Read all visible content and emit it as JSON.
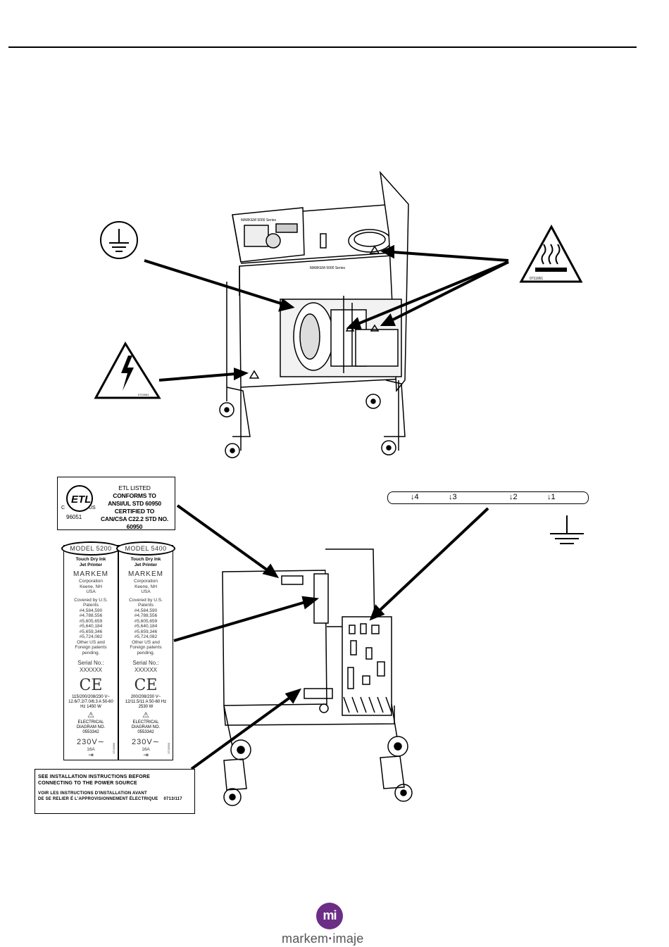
{
  "colors": {
    "brand": "#6b2d86",
    "ink": "#000000",
    "logo_text": "#555555"
  },
  "icons": [
    "protective-earth-icon",
    "hot-surface-icon",
    "electrical-hazard-icon",
    "etl-mark-icon",
    "ground-icon",
    "ce-mark-icon",
    "fuse-icon",
    "markem-imaje-logo-icon"
  ],
  "hot_label": {
    "code": "0711061"
  },
  "elec_label": {
    "code": "0710061"
  },
  "etl_label": {
    "c": "C",
    "us": "US",
    "number": "96051",
    "lines": [
      "ETL LISTED",
      "CONFORMS TO",
      "ANSI/UL STD 60950",
      "CERTIFIED TO",
      "CAN/CSA C22.2 STD NO. 60950"
    ]
  },
  "ground_bus": {
    "labels": [
      "↓4",
      "↓3",
      "↓2",
      "↓1"
    ]
  },
  "plates": [
    {
      "model": "MODEL 5200",
      "sub": "Touch Dry Ink Jet Printer",
      "brand": "MARKEM",
      "corp": "Corporation",
      "city": "Keene, NH",
      "country": "USA",
      "covered": "Covered by U.S. Patents",
      "patents": "#4,584,590 #4,788,556 #5,605,659 #5,640,184 #5,659,346 #5,724,082",
      "other": "Other US and Foreign patents pending.",
      "serial_label": "Serial No.:",
      "serial": "XXXXXX",
      "ce": "CE",
      "rating": "115/200/208/230 V~ 12.6/7.2/7.0/6.3 A 50-60 Hz 1450 W",
      "diagram": "ELECTRICAL DIAGRAM NO. 0553342",
      "volt": "230V",
      "fuse": "16A",
      "code": "0713580"
    },
    {
      "model": "MODEL 5400",
      "sub": "Touch Dry Ink Jet Printer",
      "brand": "MARKEM",
      "corp": "Corporation",
      "city": "Keene, NH",
      "country": "USA",
      "covered": "Covered by U.S. Patents",
      "patents": "#4,584,590 #4,788,556 #5,605,659 #5,640,184 #5,659,346 #5,724,082",
      "other": "Other US and Foreign patents pending.",
      "serial_label": "Serial No.:",
      "serial": "XXXXXX",
      "ce": "CE",
      "rating": "200/208/230 V~ 12/11.5/11 A 50-60 Hz 2530 W",
      "diagram": "ELECTRICAL DIAGRAM NO. 0553342",
      "volt": "230V",
      "fuse": "16A",
      "code": "0713590"
    }
  ],
  "install_label": {
    "line1": "SEE INSTALLATION INSTRUCTIONS BEFORE",
    "line2": "CONNECTING TO THE POWER SOURCE",
    "line3": "VOIR LES INSTRUCTIONS D'INSTALLATION AVANT",
    "line4": "DE SE RELIER É L'APPROVISIONNEMENT ÉLECTRIQUE",
    "code": "0713/117"
  },
  "printer": {
    "brand_small": "MARKEM 5000 Series"
  },
  "logo": {
    "mark": "mi",
    "text_left": "markem",
    "sep": "·",
    "text_right": "imaje"
  }
}
